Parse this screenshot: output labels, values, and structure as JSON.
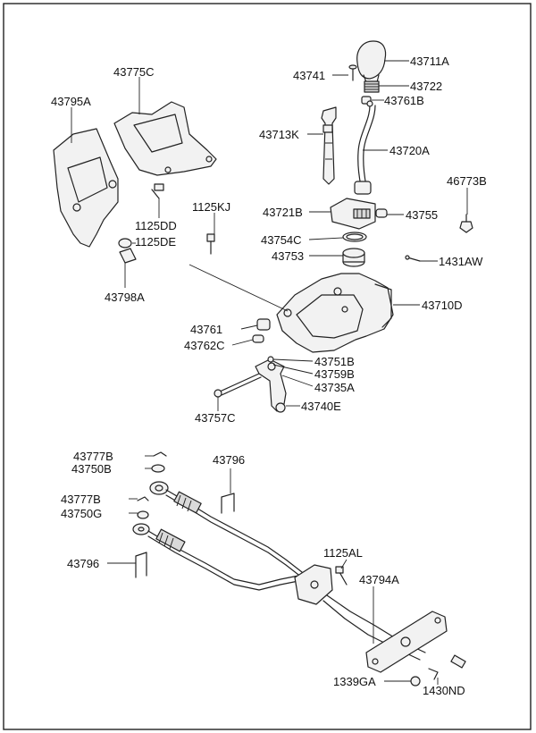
{
  "diagram": {
    "labels": {
      "p43711A": "43711A",
      "p43741": "43741",
      "p43722": "43722",
      "p43761B": "43761B",
      "p43775C": "43775C",
      "p43795A": "43795A",
      "p43713K": "43713K",
      "p43720A": "43720A",
      "p46773B": "46773B",
      "p1125DD": "1125DD",
      "p1125DE": "1125DE",
      "p1125KJ": "1125KJ",
      "p43721B": "43721B",
      "p43755": "43755",
      "p43754C": "43754C",
      "p43753": "43753",
      "p1431AW": "1431AW",
      "p43798A": "43798A",
      "p43710D": "43710D",
      "p43761": "43761",
      "p43762C": "43762C",
      "p43751B": "43751B",
      "p43759B": "43759B",
      "p43735A": "43735A",
      "p43740E": "43740E",
      "p43757C": "43757C",
      "p43777B_1": "43777B",
      "p43750B": "43750B",
      "p43796_1": "43796",
      "p43777B_2": "43777B",
      "p43750G": "43750G",
      "p43796_2": "43796",
      "p1125AL": "1125AL",
      "p43794A": "43794A",
      "p1339GA": "1339GA",
      "p1430ND": "1430ND"
    }
  }
}
